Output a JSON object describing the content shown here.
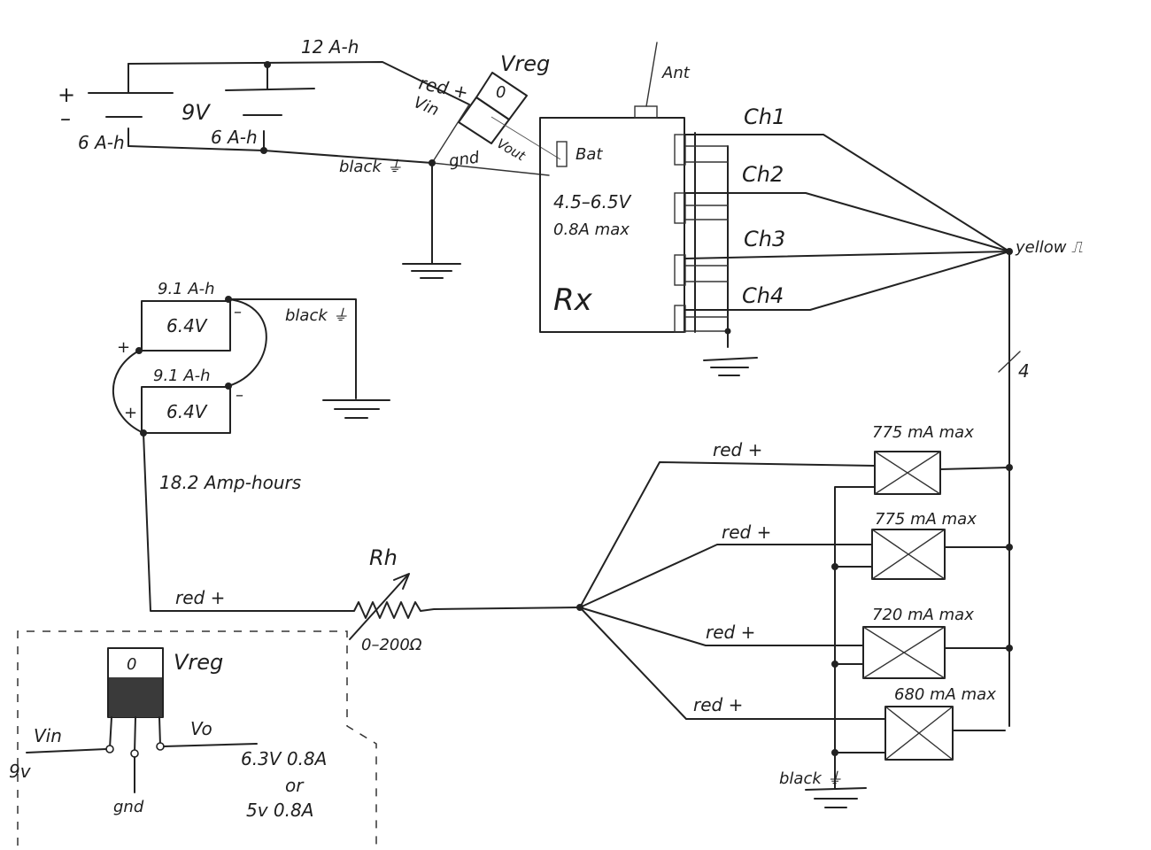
{
  "battery_9v": {
    "capacity_top": "12 A-h",
    "capacity_left": "6 A-h",
    "capacity_right": "6 A-h",
    "voltage": "9V",
    "plus": "+",
    "minus": "–"
  },
  "vreg_top": {
    "title": "Vreg",
    "tab": "0",
    "red_plus": "red +",
    "vin": "Vin",
    "gnd": "gnd",
    "vout": "Vout",
    "black_gnd": "black ⏚"
  },
  "receiver": {
    "ant": "Ant",
    "bat": "Bat",
    "voltage_range": "4.5–6.5V",
    "current_max": "0.8A max",
    "name": "Rx",
    "channels": [
      "Ch1",
      "Ch2",
      "Ch3",
      "Ch4"
    ],
    "signal": "yellow ⎍",
    "bus_count": "4"
  },
  "battery_pack": {
    "top_capacity": "9.1 A-h",
    "top_voltage": "6.4V",
    "bottom_capacity": "9.1 A-h",
    "bottom_voltage": "6.4V",
    "plus": "+",
    "minus": "–",
    "black_gnd": "black ⏚",
    "total": "18.2 Amp-hours",
    "red_plus": "red +"
  },
  "rheostat": {
    "name": "Rh",
    "range": "0–200Ω"
  },
  "servos": [
    {
      "max": "775 mA max",
      "wire": "red +"
    },
    {
      "max": "775 mA max",
      "wire": "red +"
    },
    {
      "max": "720 mA max",
      "wire": "red +"
    },
    {
      "max": "680 mA max",
      "wire": "red +"
    }
  ],
  "servo_ground": "black ⏚",
  "inset": {
    "title": "Vreg",
    "tab": "0",
    "vin": "Vin",
    "vin_value": "9v",
    "vo": "Vo",
    "gnd": "gnd",
    "option_a": "6.3V 0.8A",
    "or": "or",
    "option_b": "5v 0.8A"
  }
}
